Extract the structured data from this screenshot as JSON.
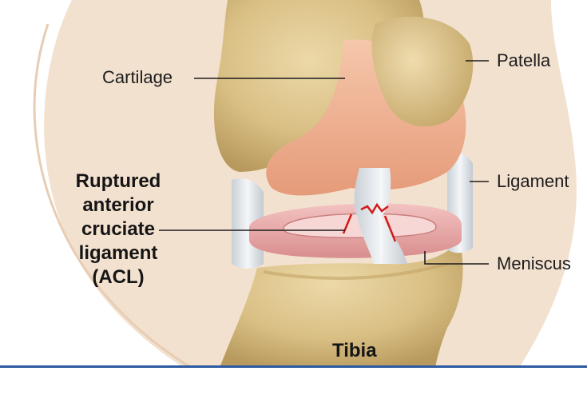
{
  "labels": {
    "cartilage": "Cartilage",
    "patella": "Patella",
    "ligament": "Ligament",
    "meniscus": "Meniscus",
    "tibia": "Tibia",
    "acl_lines": [
      "Ruptured",
      "anterior",
      "cruciate",
      "ligament",
      "(ACL)"
    ]
  },
  "colors": {
    "bone": "#dcc38a",
    "cartilage": "#f2b494",
    "meniscus": "#e7a7a6",
    "ligament": "#e8ecef",
    "tear": "#d21a1a",
    "skin": "#f3e1cf",
    "border": "#2c5aa0"
  }
}
